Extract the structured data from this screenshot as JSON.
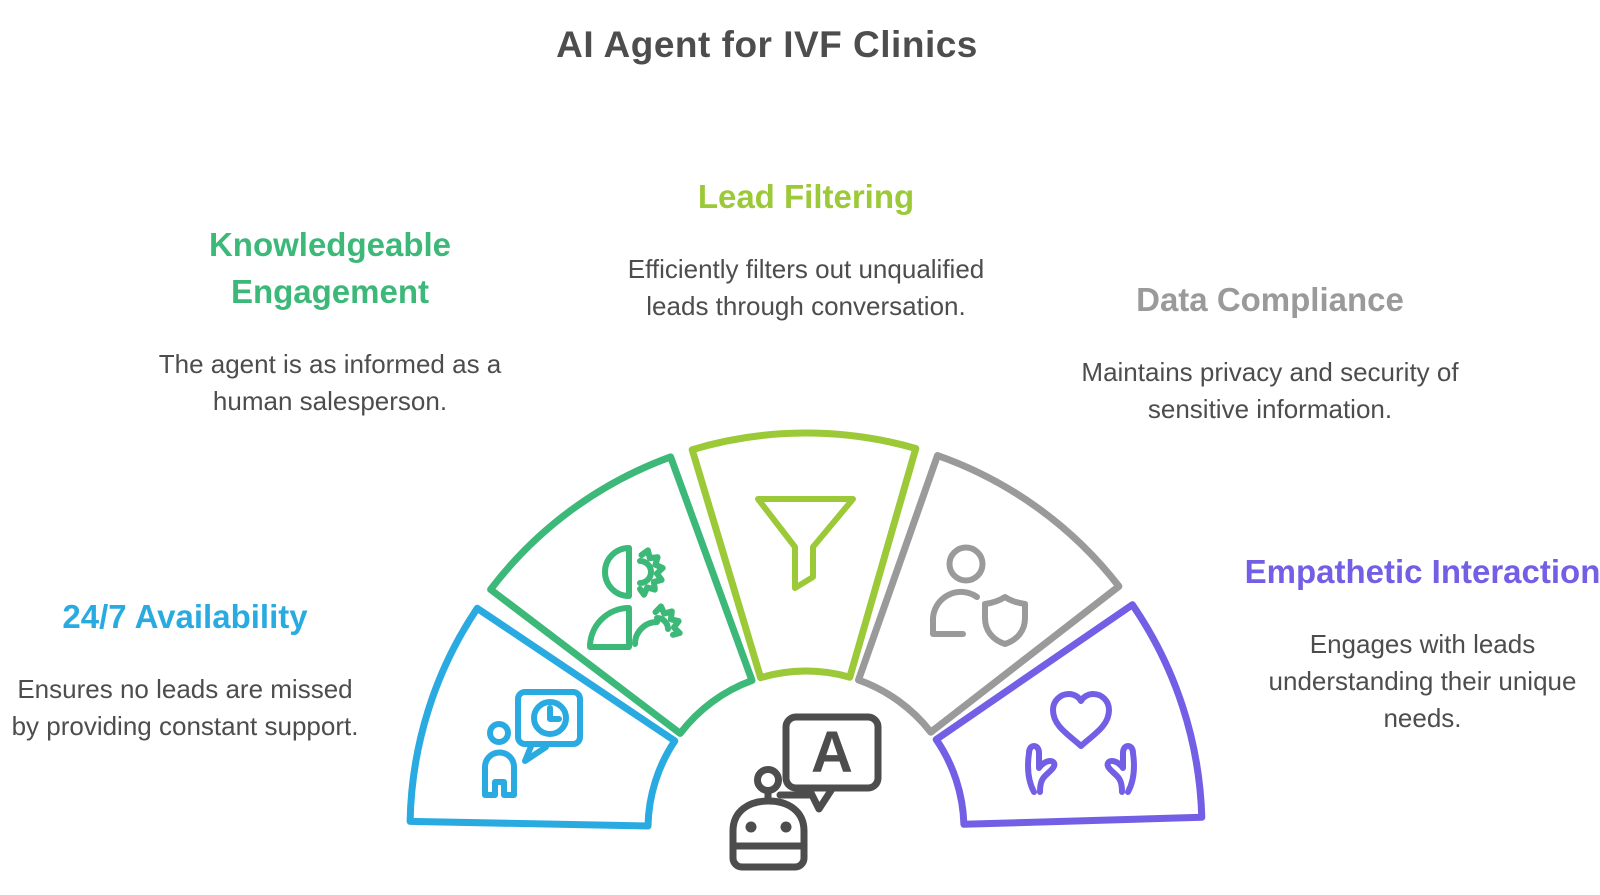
{
  "title": "AI Agent for IVF Clinics",
  "colors": {
    "blue": "#29ABE2",
    "green": "#3CB878",
    "lime": "#9CC938",
    "gray": "#9A9A9A",
    "purple": "#735FE6",
    "dark": "#4D4D4D"
  },
  "features": [
    {
      "id": "availability",
      "heading": "24/7 Availability",
      "description": "Ensures no leads are missed by providing constant support.",
      "color": "#29ABE2",
      "icon": "person-chat-clock-icon"
    },
    {
      "id": "knowledgeable-engagement",
      "heading": "Knowledgeable Engagement",
      "description": "The agent is as informed as a human salesperson.",
      "color": "#3CB878",
      "icon": "human-machine-gears-icon"
    },
    {
      "id": "lead-filtering",
      "heading": "Lead Filtering",
      "description": "Efficiently filters out unqualified leads through conversation.",
      "color": "#9CC938",
      "icon": "funnel-icon"
    },
    {
      "id": "data-compliance",
      "heading": "Data Compliance",
      "description": "Maintains privacy and security of sensitive information.",
      "color": "#9A9A9A",
      "icon": "person-shield-icon"
    },
    {
      "id": "empathetic-interaction",
      "heading": "Empathetic Interaction",
      "description": "Engages with leads understanding their unique needs.",
      "color": "#735FE6",
      "icon": "hands-heart-icon"
    }
  ],
  "robot": {
    "icon": "chatbot-icon",
    "bubble_letter": "A",
    "color": "#4D4D4D"
  }
}
